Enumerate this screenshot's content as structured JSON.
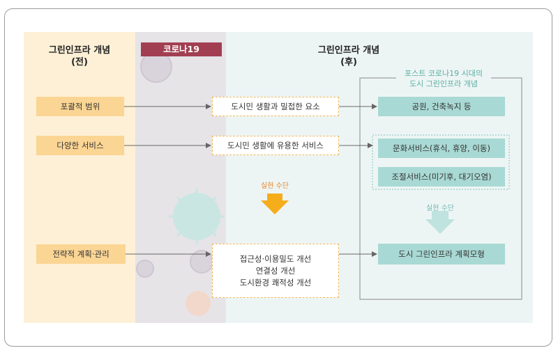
{
  "headers": {
    "before_line1": "그린인프라 개념",
    "before_line2": "(전)",
    "covid": "코로나19",
    "after_line1": "그린인프라 개념",
    "after_line2": "(후)"
  },
  "before_items": [
    "포괄적 범위",
    "다양한 서비스",
    "전략적 계획·관리"
  ],
  "middle_items": {
    "item1": "도시민 생활과 밀접한 요소",
    "item2": "도시민 생활에 유용한 서비스",
    "item3_lines": [
      "접근성·이용밀도 개선",
      "연결성 개선",
      "도시환경 쾌적성 개선"
    ]
  },
  "means_label_1": "실현 수단",
  "group_title_lines": [
    "포스트 코로나19 시대의",
    "도시 그린인프라 개념"
  ],
  "right_items": {
    "parks": "공원, 건축녹지 등",
    "culture": "문화서비스(휴식, 휴양, 이동)",
    "regulation": "조절서비스(미기후, 대기오염)",
    "model": "도시 그린인프라 계획모형"
  },
  "means_label_2": "실현 수단",
  "colors": {
    "before_bg": "#fdf0d6",
    "covid_bg": "#e6e4e7",
    "after_bg": "#edf5f4",
    "covid_header": "#a23e51",
    "orange_box": "#fbd594",
    "teal_box": "#a9d9d4",
    "arrow_orange": "#f6ad1b",
    "arrow_teal": "#bfe3df"
  }
}
